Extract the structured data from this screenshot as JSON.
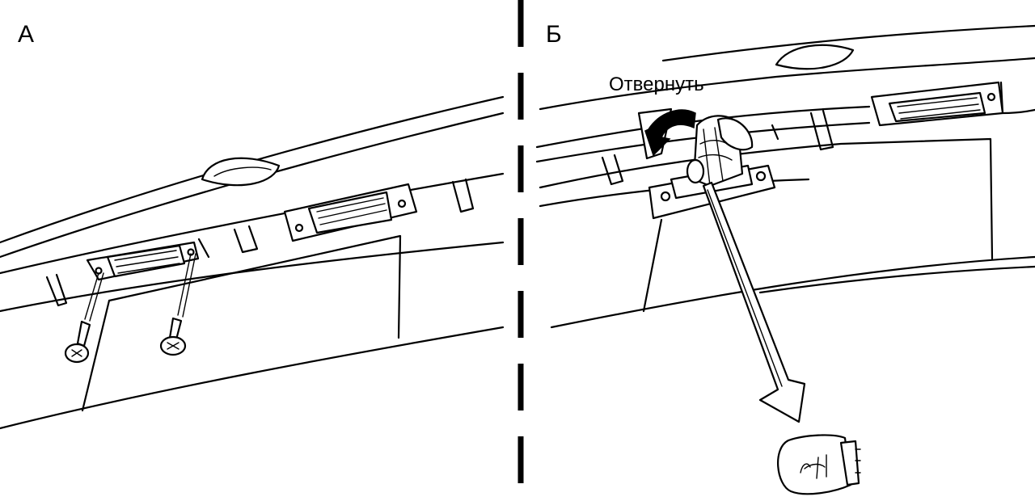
{
  "panels": {
    "left": {
      "label": "А"
    },
    "right": {
      "label": "Б",
      "action_label": "Отвернуть"
    }
  }
}
